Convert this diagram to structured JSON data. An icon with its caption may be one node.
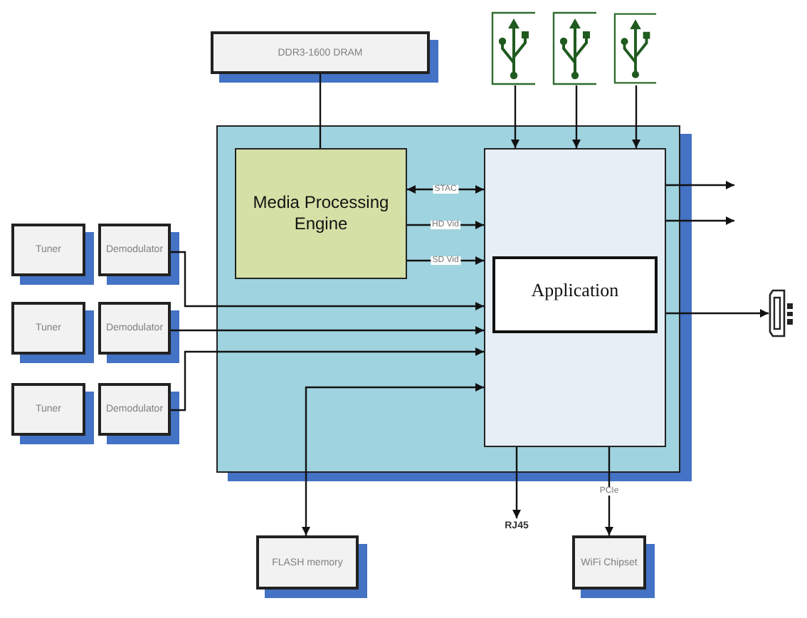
{
  "diagram": {
    "nodes": [
      {
        "text": [
          "DDR3-1600 DRAM"
        ]
      },
      {
        "text": [],
        "shape": "picture"
      },
      {
        "text": [],
        "shape": "picture"
      },
      {
        "text": [],
        "shape": "picture"
      },
      {
        "text": [],
        "shape": "box"
      },
      {
        "text": [
          "Media Processing Engine"
        ],
        "in": 4
      },
      {
        "text": [],
        "shape": "box",
        "in": 4
      },
      {
        "text": [
          "Application"
        ],
        "in": 6
      },
      {
        "text": [
          "Tuner"
        ]
      },
      {
        "text": [
          "Demodulator"
        ]
      },
      {
        "text": [
          "Tuner"
        ]
      },
      {
        "text": [
          "Demodulator"
        ]
      },
      {
        "text": [
          "Tuner"
        ]
      },
      {
        "text": [
          "Demodulator"
        ]
      },
      {
        "text": [],
        "shape": "picture"
      },
      {
        "text": [
          "FLASH memory"
        ]
      },
      {
        "text": [
          "RJ45"
        ]
      },
      {
        "text": [
          "WiFi Chipset"
        ]
      }
    ],
    "edges": [
      {
        "from": 0,
        "to": 5,
        "arrow": "none"
      },
      {
        "from": 1,
        "to": 6,
        "arrow": "to"
      },
      {
        "from": 2,
        "to": 6,
        "arrow": "to"
      },
      {
        "from": 3,
        "to": 6,
        "arrow": "to"
      },
      {
        "from": 6,
        "to": 5,
        "label": "STAC",
        "arrow": "both"
      },
      {
        "from": 5,
        "to": 6,
        "label": "HD Vid",
        "arrow": "to"
      },
      {
        "from": 5,
        "to": 6,
        "label": "SD Vid",
        "arrow": "to"
      },
      {
        "from": 9,
        "to": 6,
        "arrow": "to"
      },
      {
        "from": 11,
        "to": 6,
        "arrow": "to"
      },
      {
        "from": 13,
        "to": 6,
        "arrow": "to"
      },
      {
        "from": 15,
        "to": 6,
        "arrow": "both"
      },
      {
        "from": 6,
        "to": null,
        "arrow": "to"
      },
      {
        "from": 6,
        "to": null,
        "arrow": "to"
      },
      {
        "from": 6,
        "to": 14,
        "arrow": "to"
      },
      {
        "from": 6,
        "to": 16,
        "arrow": "to"
      },
      {
        "from": 6,
        "to": 17,
        "label": "PCIe",
        "arrow": "to"
      }
    ]
  }
}
